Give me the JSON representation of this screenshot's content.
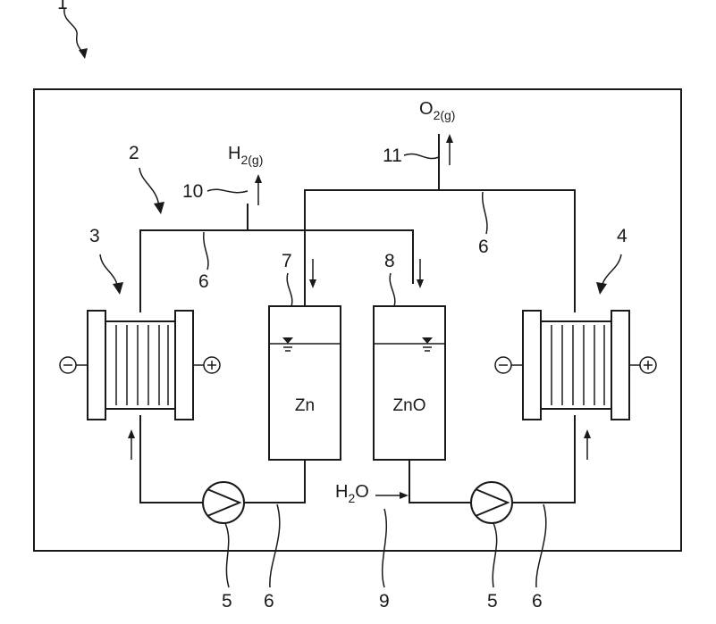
{
  "labels": {
    "system": "1",
    "circuit": "2",
    "hydrogen_cell": "3",
    "oxygen_cell": "4",
    "pump_left": "5",
    "pump_right": "5",
    "line_top_left": "6",
    "line_top_right": "6",
    "line_bottom_left": "6",
    "line_bottom_right": "6",
    "tank_zn": "7",
    "tank_zno": "8",
    "water_inlet": "9",
    "h2_outlet": "10",
    "o2_outlet": "11"
  },
  "gases": {
    "h2": {
      "base": "H",
      "subscript": "2(g)"
    },
    "o2": {
      "base": "O",
      "subscript": "2(g)"
    },
    "water": {
      "base": "H",
      "subscript": "2",
      "suffix": "O"
    }
  },
  "tanks": {
    "zn": "Zn",
    "zno": "ZnO"
  },
  "electrodes": {
    "negative": "⊖",
    "positive": "⊕"
  }
}
